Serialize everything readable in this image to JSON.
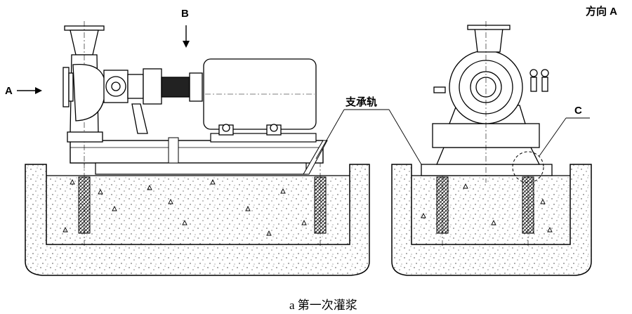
{
  "labels": {
    "arrow_a": "A",
    "arrow_b": "B",
    "direction_a": "方向 A",
    "support_rail": "支承轨",
    "detail_c": "C"
  },
  "caption": "a 第一次灌浆"
}
